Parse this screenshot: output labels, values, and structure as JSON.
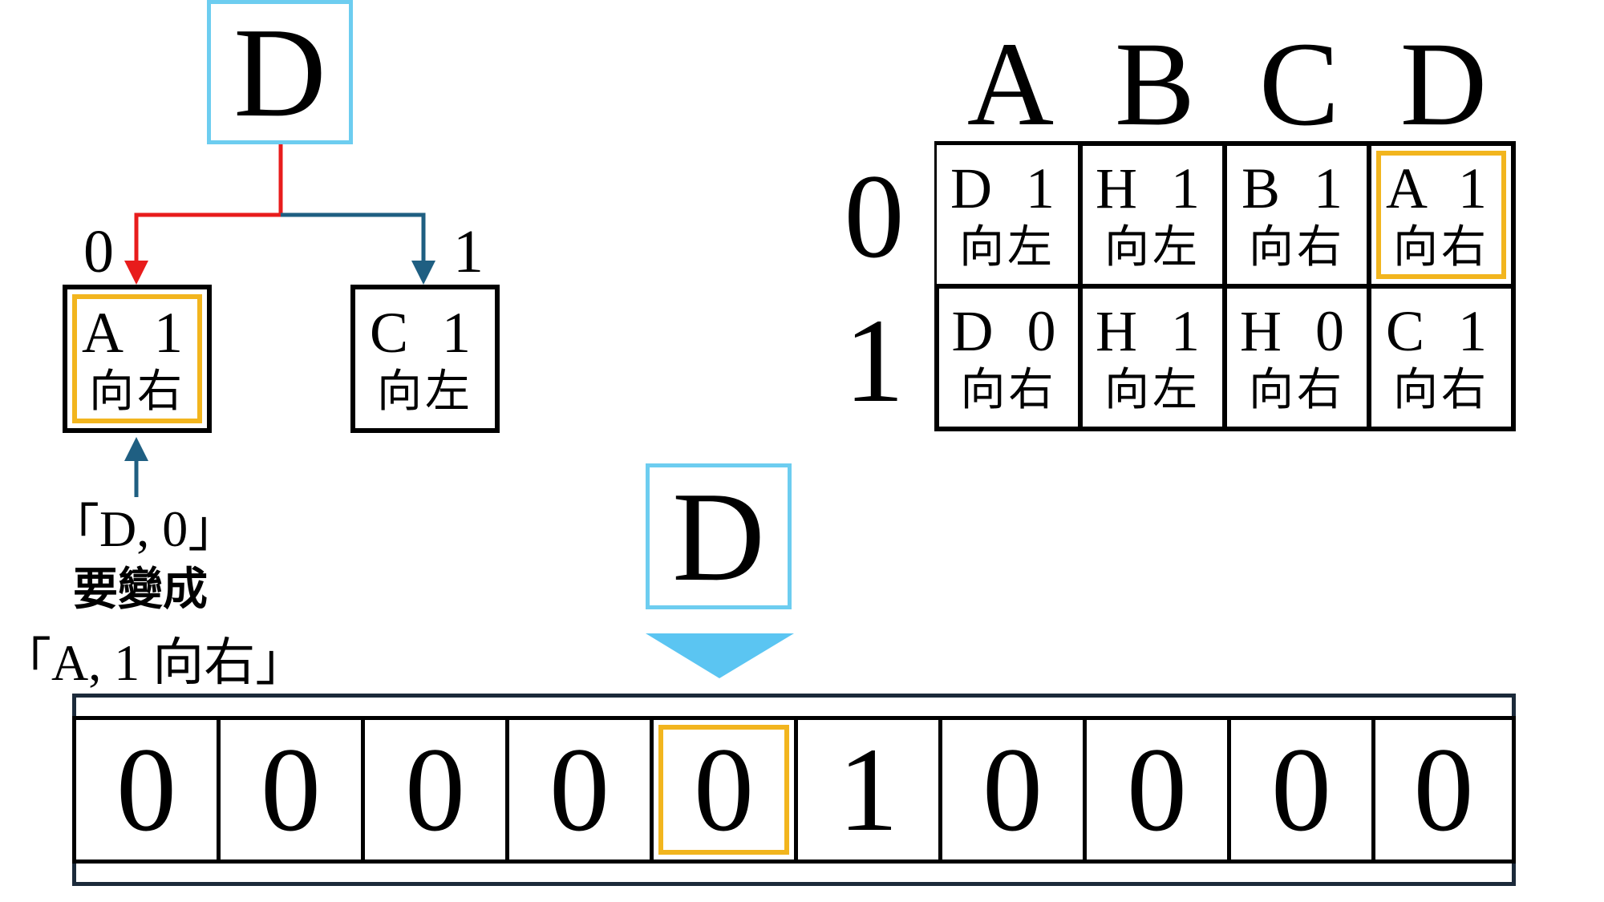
{
  "tree": {
    "root_state": "D",
    "branch_left_label": "0",
    "branch_right_label": "1",
    "left_node": {
      "symbol": "A 1",
      "direction": "向右"
    },
    "right_node": {
      "symbol": "C 1",
      "direction": "向左"
    },
    "caption": {
      "line1": "「D, 0」",
      "line2": "要變成",
      "line3": "「A, 1 向右」"
    }
  },
  "table": {
    "columns": [
      "A",
      "B",
      "C",
      "D"
    ],
    "rows": [
      "0",
      "1"
    ],
    "cells": [
      [
        {
          "symbol": "D 1",
          "direction": "向左"
        },
        {
          "symbol": "H 1",
          "direction": "向左"
        },
        {
          "symbol": "B 1",
          "direction": "向右"
        },
        {
          "symbol": "A 1",
          "direction": "向右"
        }
      ],
      [
        {
          "symbol": "D 0",
          "direction": "向右"
        },
        {
          "symbol": "H 1",
          "direction": "向左"
        },
        {
          "symbol": "H 0",
          "direction": "向右"
        },
        {
          "symbol": "C 1",
          "direction": "向右"
        }
      ]
    ],
    "highlighted_cell": {
      "row": 0,
      "col": 3
    }
  },
  "tape": {
    "head_state": "D",
    "cells": [
      "0",
      "0",
      "0",
      "0",
      "0",
      "1",
      "0",
      "0",
      "0",
      "0"
    ],
    "head_index": 4
  },
  "colors": {
    "state_border": "#6dcdf0",
    "head_pointer": "#5bc5f2",
    "highlight": "#f2b51e",
    "branch_zero": "#e81c1c",
    "branch_one": "#1f5f82",
    "up_arrow": "#1f5f82",
    "tape_frame": "#1b2a3a"
  }
}
